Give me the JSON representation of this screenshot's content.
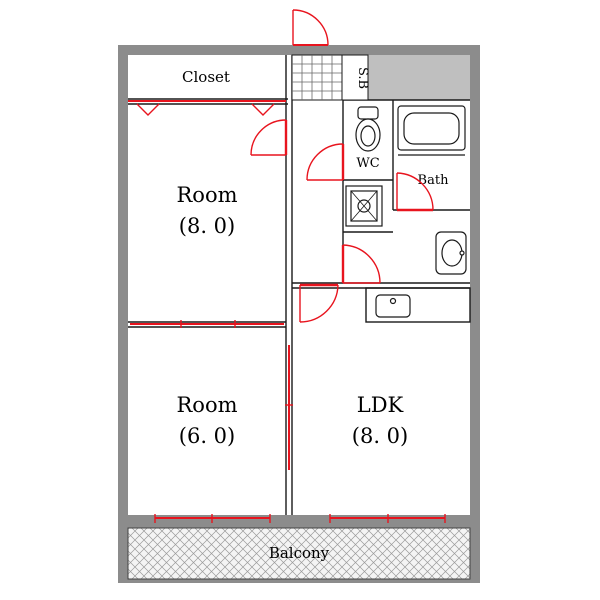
{
  "colors": {
    "wall": "#8c8c8c",
    "door": "#e8141e",
    "line": "#1a1a1a",
    "shaft": "#bfbfbf",
    "floor": "#ffffff"
  },
  "rooms": {
    "closet": "Closet",
    "sb": "S.B",
    "wc": "WC",
    "bath": "Bath",
    "room1_name": "Room",
    "room1_size": "(8. 0)",
    "room2_name": "Room",
    "room2_size": "(6. 0)",
    "ldk_name": "LDK",
    "ldk_size": "(8. 0)",
    "balcony": "Balcony"
  }
}
